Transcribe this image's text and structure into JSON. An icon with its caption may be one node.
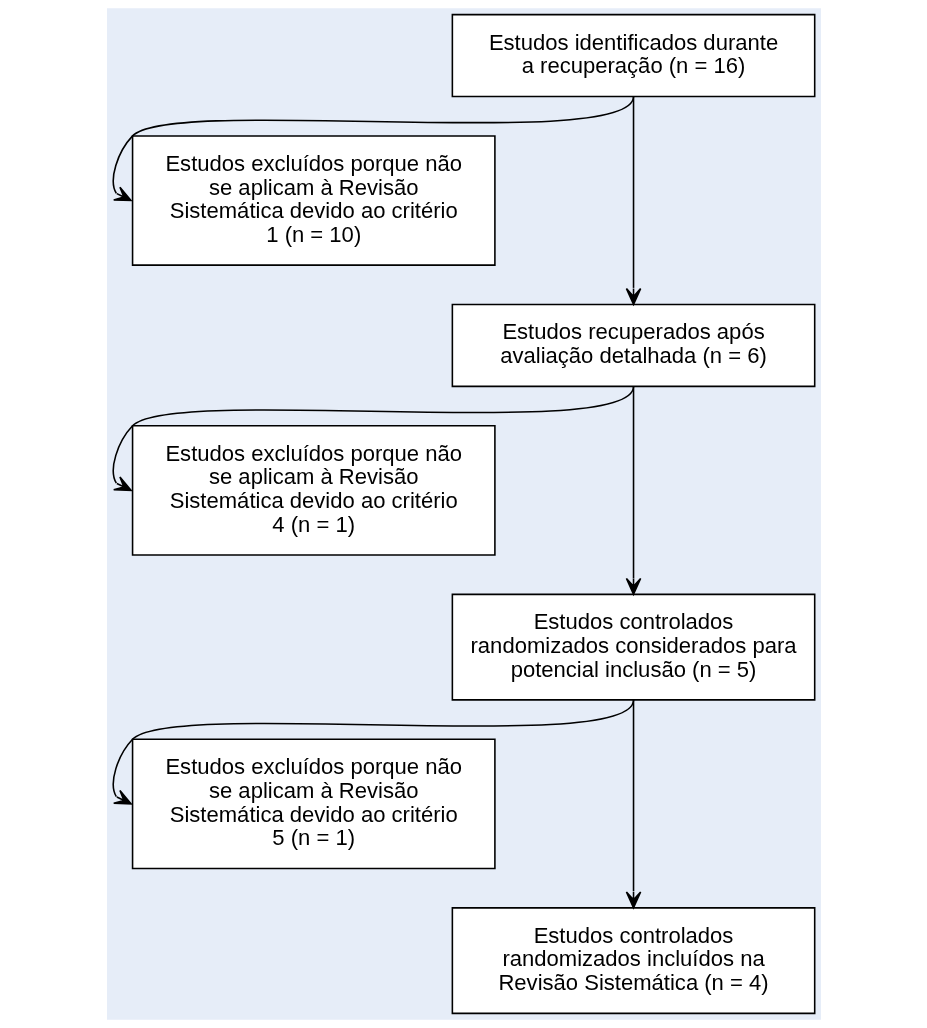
{
  "diagram": {
    "nodes": [
      {
        "text": [
          "Estudos identificados durante a recuperação (n = 16)"
        ]
      },
      {
        "text": [
          "Estudos excluídos porque não se aplicam à Revisão Sistemática devido ao critério 1 (n = 10)"
        ]
      },
      {
        "text": [
          "Estudos recuperados após avaliação detalhada (n = 6)"
        ]
      },
      {
        "text": [
          "Estudos excluídos porque não se aplicam à Revisão Sistemática devido ao critério 4 (n = 1)"
        ]
      },
      {
        "text": [
          "Estudos controlados randomizados considerados para potencial inclusão (n = 5)"
        ]
      },
      {
        "text": [
          "Estudos excluídos porque não se aplicam à Revisão Sistemática devido ao critério 5 (n = 1)"
        ]
      },
      {
        "text": [
          "Estudos controlados randomizados incluídos na Revisão Sistemática (n = 4)"
        ]
      }
    ],
    "edges": [
      {
        "from": 0,
        "to": 2,
        "arrow": "to"
      },
      {
        "from": 0,
        "to": 1,
        "arrow": "to"
      },
      {
        "from": 2,
        "to": 4,
        "arrow": "to"
      },
      {
        "from": 2,
        "to": 3,
        "arrow": "to"
      },
      {
        "from": 4,
        "to": 6,
        "arrow": "to"
      },
      {
        "from": 4,
        "to": 5,
        "arrow": "to"
      }
    ]
  }
}
